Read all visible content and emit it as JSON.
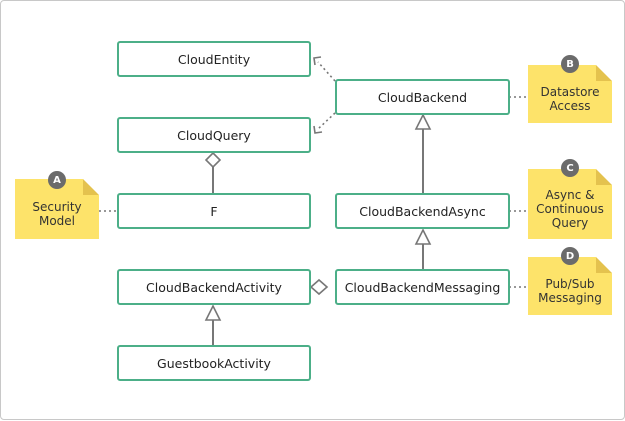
{
  "classes": {
    "cloud_entity": "CloudEntity",
    "cloud_backend": "CloudBackend",
    "cloud_query": "CloudQuery",
    "f": "F",
    "cloud_backend_async": "CloudBackendAsync",
    "cloud_backend_activity": "CloudBackendActivity",
    "cloud_backend_messaging": "CloudBackendMessaging",
    "guestbook_activity": "GuestbookActivity"
  },
  "notes": {
    "a": {
      "badge": "A",
      "line1": "Security",
      "line2": "Model"
    },
    "b": {
      "badge": "B",
      "line1": "Datastore",
      "line2": "Access"
    },
    "c": {
      "badge": "C",
      "line1": "Async &",
      "line2": "Continuous",
      "line3": "Query"
    },
    "d": {
      "badge": "D",
      "line1": "Pub/Sub",
      "line2": "Messaging"
    }
  },
  "colors": {
    "class_border": "#4caf88",
    "note_fill": "#fde36a",
    "badge_fill": "#6b6b6b",
    "connector": "#777777"
  }
}
